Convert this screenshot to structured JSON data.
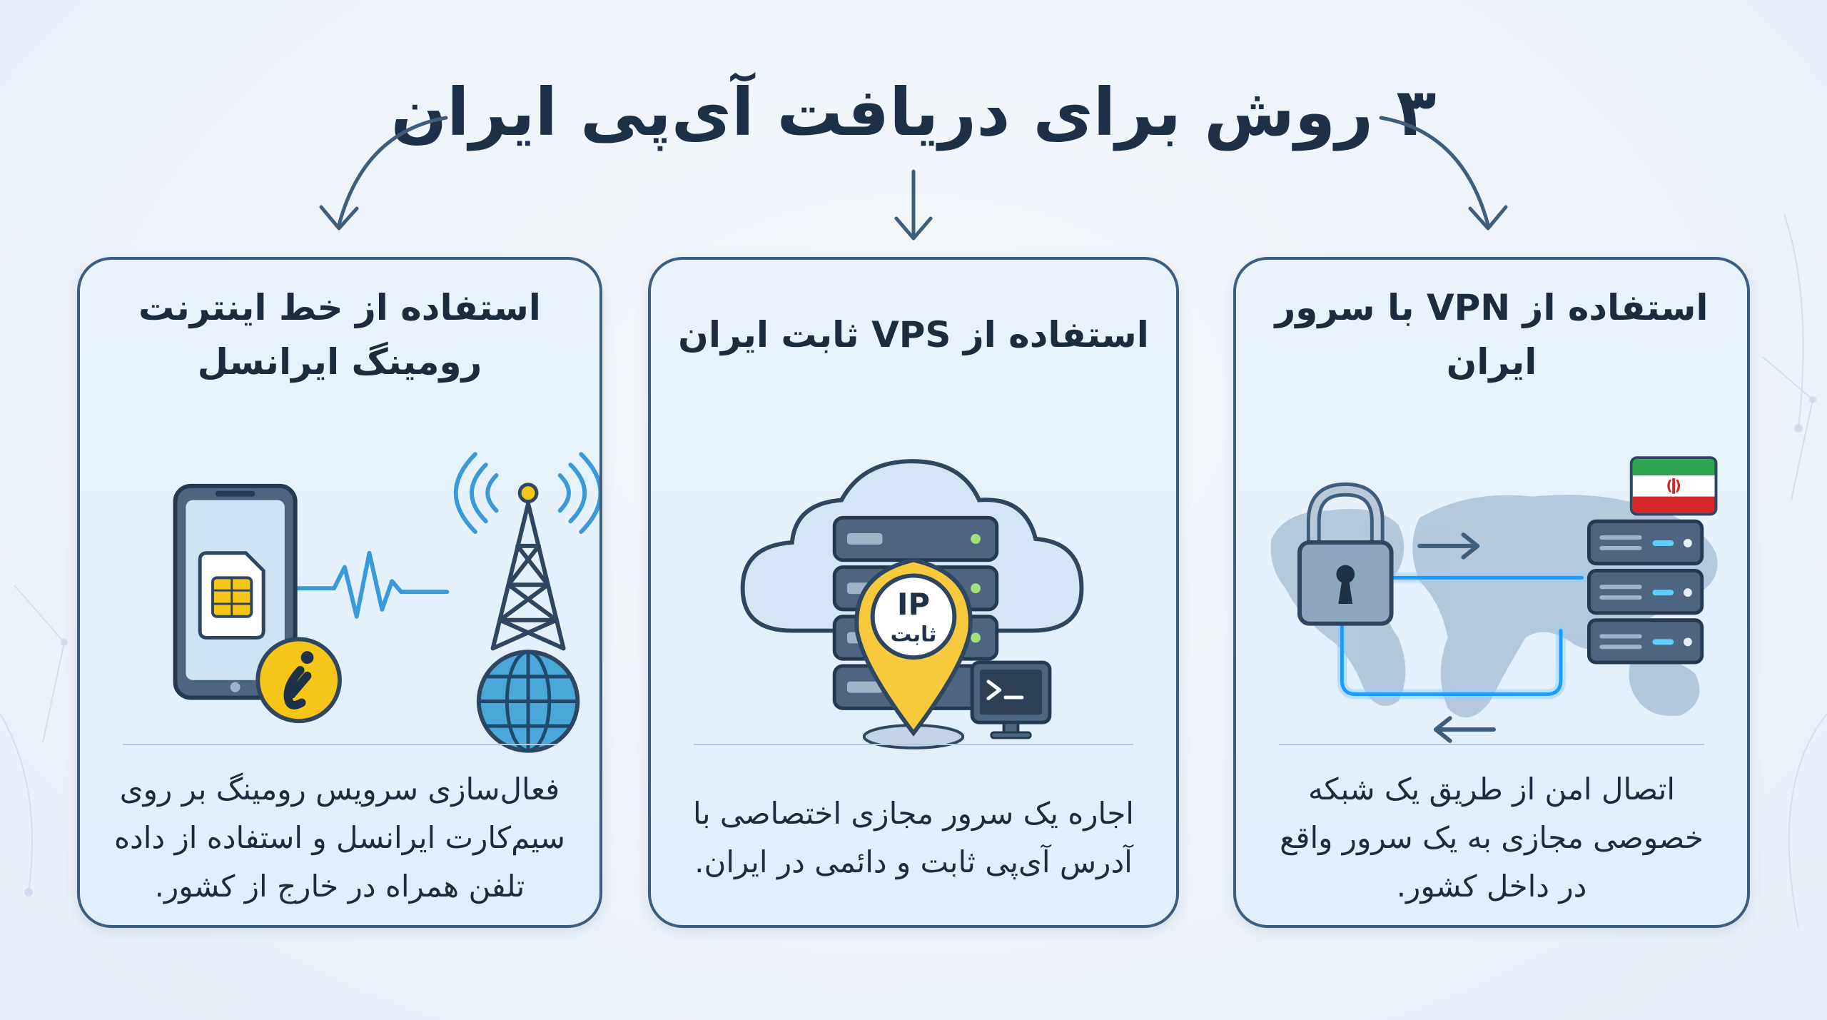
{
  "title": "۳ روش برای دریافت آی‌پی ایران",
  "colors": {
    "heading": "#1d3048",
    "card_border": "#3f5d7c",
    "card_fill": "#e4f0fb",
    "accent_yellow": "#f5c518",
    "accent_blue": "#3a9ad9",
    "glow_blue": "#1e9bff"
  },
  "cards": [
    {
      "title": "استفاده از VPN با سرور ایران",
      "description": "اتصال امن از طریق یک شبکه خصوصی مجازی به یک سرور واقع در داخل کشور.",
      "icons": [
        "world-map-icon",
        "padlock-icon",
        "server-rack-icon",
        "iran-flag-icon",
        "arrow-right-icon",
        "arrow-left-icon"
      ]
    },
    {
      "title": "استفاده از VPS ثابت ایران",
      "description": "اجاره یک سرور مجازی اختصاصی با آدرس آی‌پی ثابت و دائمی در ایران.",
      "icons": [
        "cloud-icon",
        "server-stack-icon",
        "location-pin-icon",
        "computer-terminal-icon"
      ],
      "pin_label_top": "IP",
      "pin_label_bottom": "ثابت"
    },
    {
      "title": "استفاده از خط اینترنت رومینگ ایرانسل",
      "description": "فعال‌سازی سرویس رومینگ بر روی سیم‌کارت ایرانسل و استفاده از داده تلفن همراه در خارج از کشور.",
      "icons": [
        "smartphone-icon",
        "sim-card-icon",
        "irancell-logo-icon",
        "signal-wave-icon",
        "cell-tower-icon",
        "globe-icon"
      ]
    }
  ]
}
